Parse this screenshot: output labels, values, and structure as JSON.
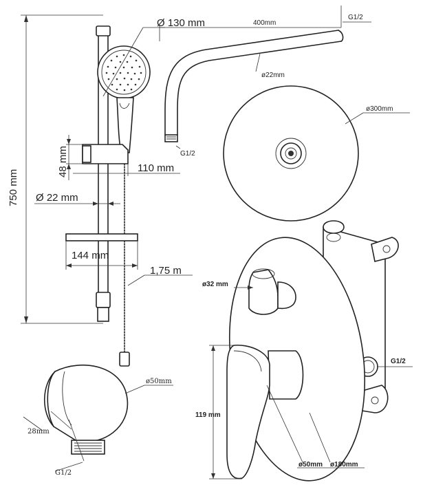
{
  "rail": {
    "height_label": "750 mm",
    "tube_diameter_label": "Ø 22 mm",
    "bracket_height_label": "48 mm",
    "bracket_depth_label": "110 mm",
    "soap_dish_label": "144 mm",
    "hose_length_label": "1,75 m"
  },
  "hand_shower": {
    "diameter_label": "Ø 130 mm"
  },
  "shower_arm": {
    "length_label": "400mm",
    "tube_diameter_label": "ø22mm",
    "inlet_thread_label": "G1/2",
    "outlet_thread_label": "G1/2"
  },
  "overhead_shower": {
    "diameter_label": "ø300mm"
  },
  "wall_outlet": {
    "diameter_label": "ø50mm",
    "depth_label": "28mm",
    "thread_label": "G1/2"
  },
  "mixer": {
    "diverter_diameter_label": "ø32 mm",
    "inlet_thread_label": "G1/2",
    "lever_height_label": "119 mm",
    "handle_diameter_label": "ø50mm",
    "plate_diameter_label": "ø180mm"
  }
}
